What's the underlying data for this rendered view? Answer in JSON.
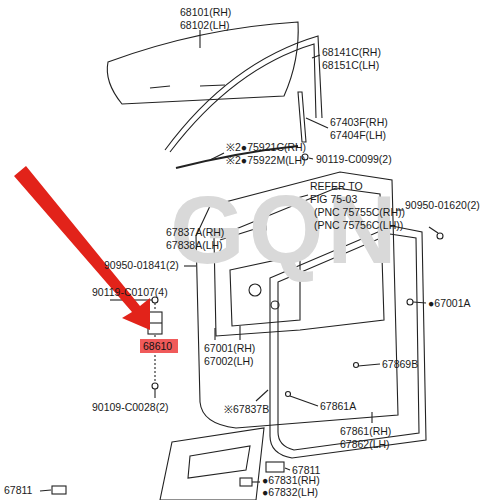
{
  "diagram": {
    "nodes": [
      {
        "text": [
          "68610"
        ]
      }
    ],
    "labels": [
      "68101(RH)",
      "68102(LH)",
      "68141C(RH)",
      "68151C(LH)",
      "67403F(RH)",
      "67404F(LH)",
      "90119-C0099(2)",
      "※2●75921C(RH)",
      "※2●75922M(LH)",
      "REFER TO",
      "FIG 75-03",
      "(PNC 75755C(RH))",
      "(PNC 75756C(LH))",
      "90950-01620(2)",
      "67837A(RH)",
      "67838A(LH)",
      "90950-01841(2)",
      "90119-C0107(4)",
      "●67001A",
      "67001(RH)",
      "67002(LH)",
      "67869B",
      "90109-C0028(2)",
      "※67837B",
      "67861A",
      "67861(RH)",
      "67862(LH)",
      "67811",
      "●67831(RH)",
      "●67832(LH)",
      "67811",
      "GQN"
    ]
  }
}
